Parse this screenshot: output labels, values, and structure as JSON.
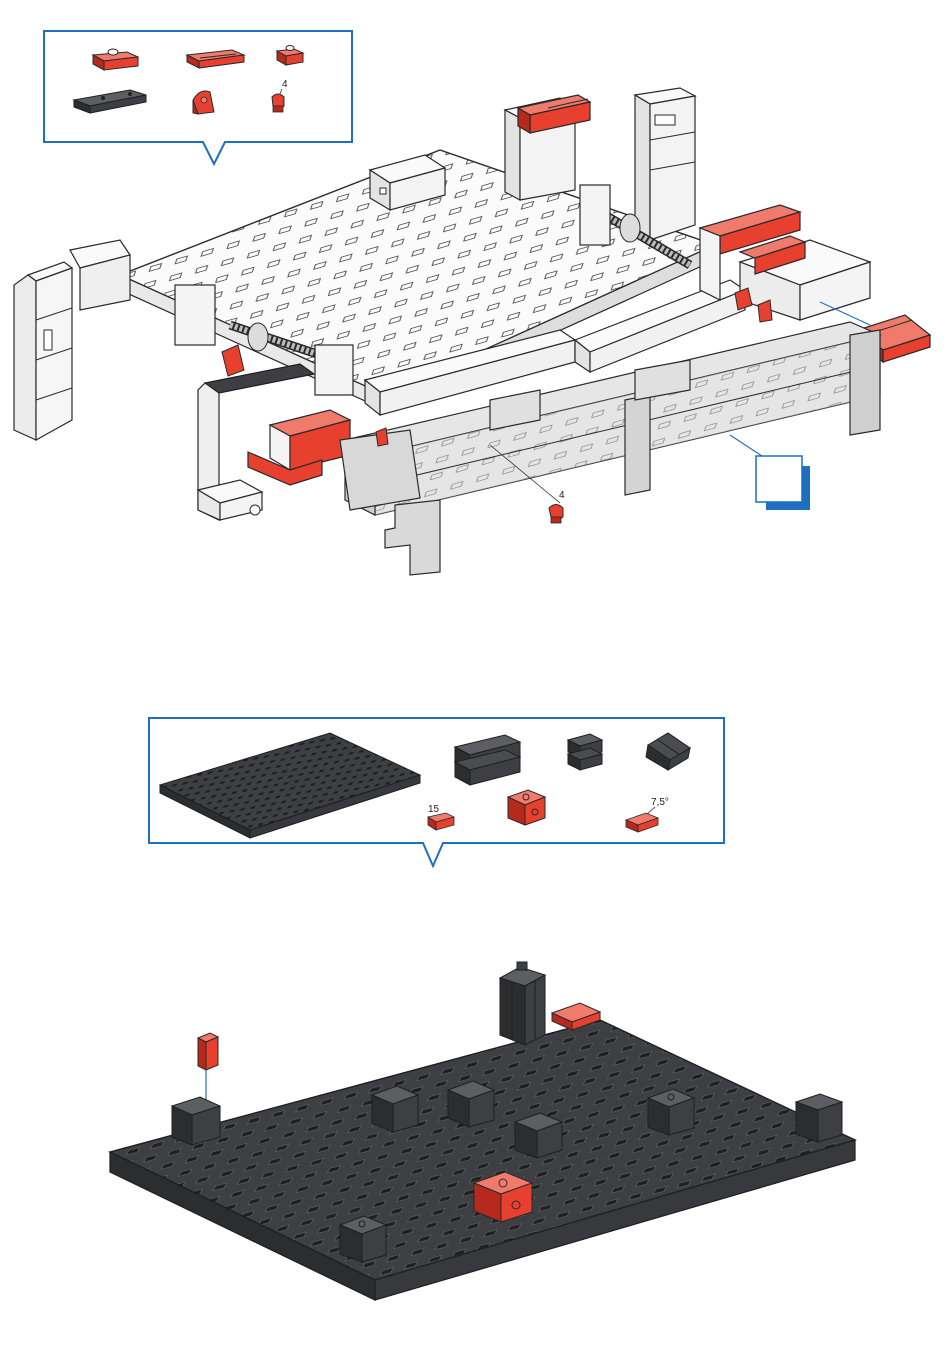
{
  "step1": {
    "parts_box": {
      "label_count": "4"
    },
    "main_label_count": "4"
  },
  "step2": {
    "parts_box": {
      "label_15": "15",
      "label_angle": "7,5°"
    }
  },
  "colors": {
    "accent_blue": "#1f6fbf",
    "red_part": "#e8402e",
    "red_dark": "#b52a1c",
    "dark_part": "#3d3f42",
    "dark_part_edge": "#1e1f21",
    "white_part": "#f6f6f6",
    "grey_part": "#d4d4d4",
    "outline": "#2a2a2a"
  },
  "icons": {
    "callout_parts_box": "parts-callout-box",
    "next_page_marker": "page-turn-marker-icon"
  }
}
